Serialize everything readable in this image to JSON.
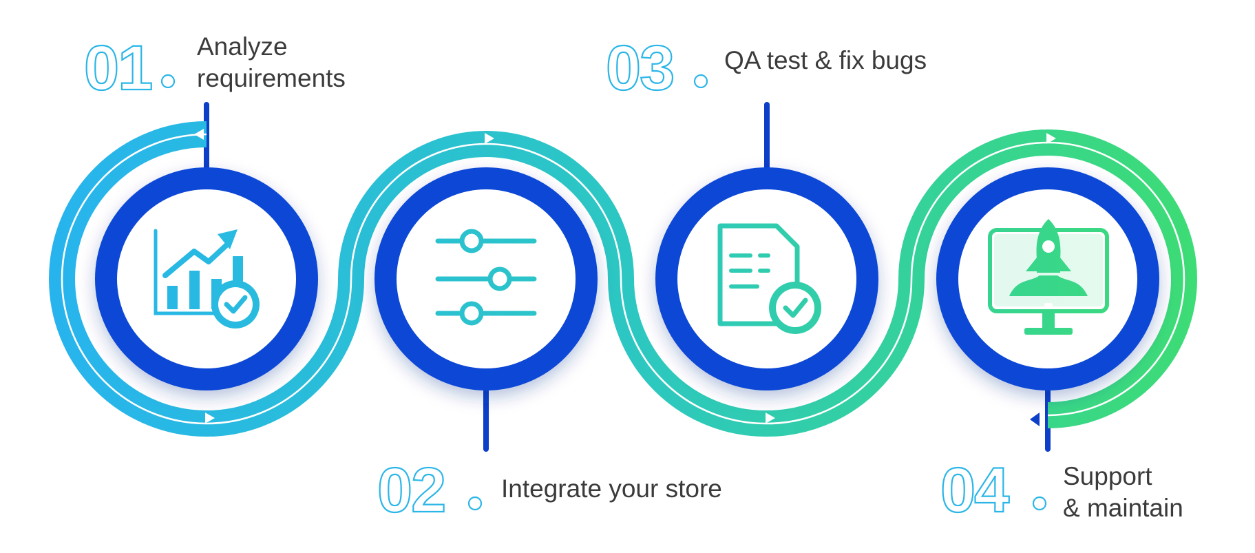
{
  "steps": [
    {
      "number": "01",
      "label_lines": [
        "Analyze",
        "requirements"
      ],
      "icon": "analytics-chart-check-icon"
    },
    {
      "number": "02",
      "label_lines": [
        "Integrate your store"
      ],
      "icon": "sliders-icon"
    },
    {
      "number": "03",
      "label_lines": [
        "QA test & fix bugs"
      ],
      "icon": "document-check-icon"
    },
    {
      "number": "04",
      "label_lines": [
        "Support",
        "& maintain"
      ],
      "icon": "monitor-rocket-icon"
    }
  ],
  "colors": {
    "ring": "#0a47d6",
    "connector": "#0d3fc8",
    "number_outline": "#2bb6e8",
    "label_text": "#3b3b3b",
    "gradient_start": "#27b4ee",
    "gradient_mid": "#2cc7c2",
    "gradient_end": "#3ddc74"
  }
}
